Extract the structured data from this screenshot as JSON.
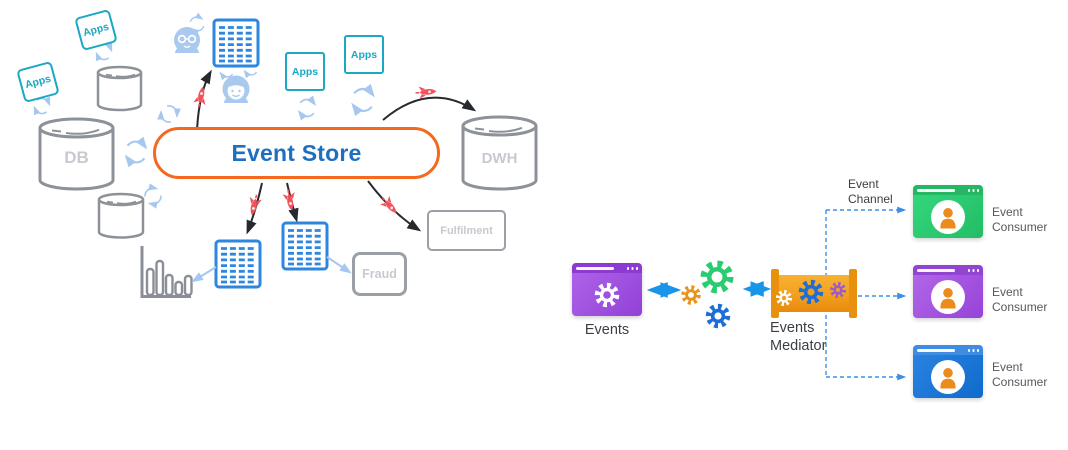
{
  "left": {
    "apps_tilted_1": "Apps",
    "apps_tilted_2": "Apps",
    "apps_box_1": "Apps",
    "apps_box_2": "Apps",
    "event_store": "Event Store",
    "db": "DB",
    "dwh": "DWH",
    "fulfilment": "Fulfilment",
    "fraud": "Fraud",
    "icons": {
      "database": "cylinder-icon",
      "sync": "sync-arrows-icon",
      "event_flow": "rocket-icon",
      "table": "event-table-icon",
      "chart": "bar-chart-icon",
      "man": "analyst-man-icon",
      "woman": "analyst-woman-icon"
    }
  },
  "right": {
    "events": "Events",
    "mediator": "Events\nMediator",
    "channel": "Event\nChannel",
    "consumer_green": "Event\nConsumer",
    "consumer_purple": "Event\nConsumer",
    "consumer_blue": "Event\nConsumer",
    "icons": {
      "gear": "gear-icon",
      "person": "person-icon",
      "window": "app-window-icon",
      "pipe": "mediator-pipe-icon"
    }
  },
  "colors": {
    "event_store_border": "#F5681D",
    "event_store_text": "#1D70C0",
    "apps_teal": "#1BA8C4",
    "gray_shape": "#8D9299",
    "gray_label": "#C7CAD0",
    "table_blue": "#2E86DE",
    "sync_blue": "#A6C8F0",
    "rocket_red": "#F4525A",
    "arrow_black": "#26292E",
    "flow_arrow_blue": "#1894E8",
    "dashed_blue": "#3B8FE8",
    "window_purple": "#A04FE0",
    "window_green": "#2BCB72",
    "window_blue": "#1273D6",
    "pipe_orange": "#F2A01F",
    "gear_green": "#2BCB72",
    "gear_orange": "#E8941C",
    "gear_blue": "#1D6FD6",
    "gear_purple": "#9B59D0",
    "person_orange": "#ED8A1C"
  }
}
